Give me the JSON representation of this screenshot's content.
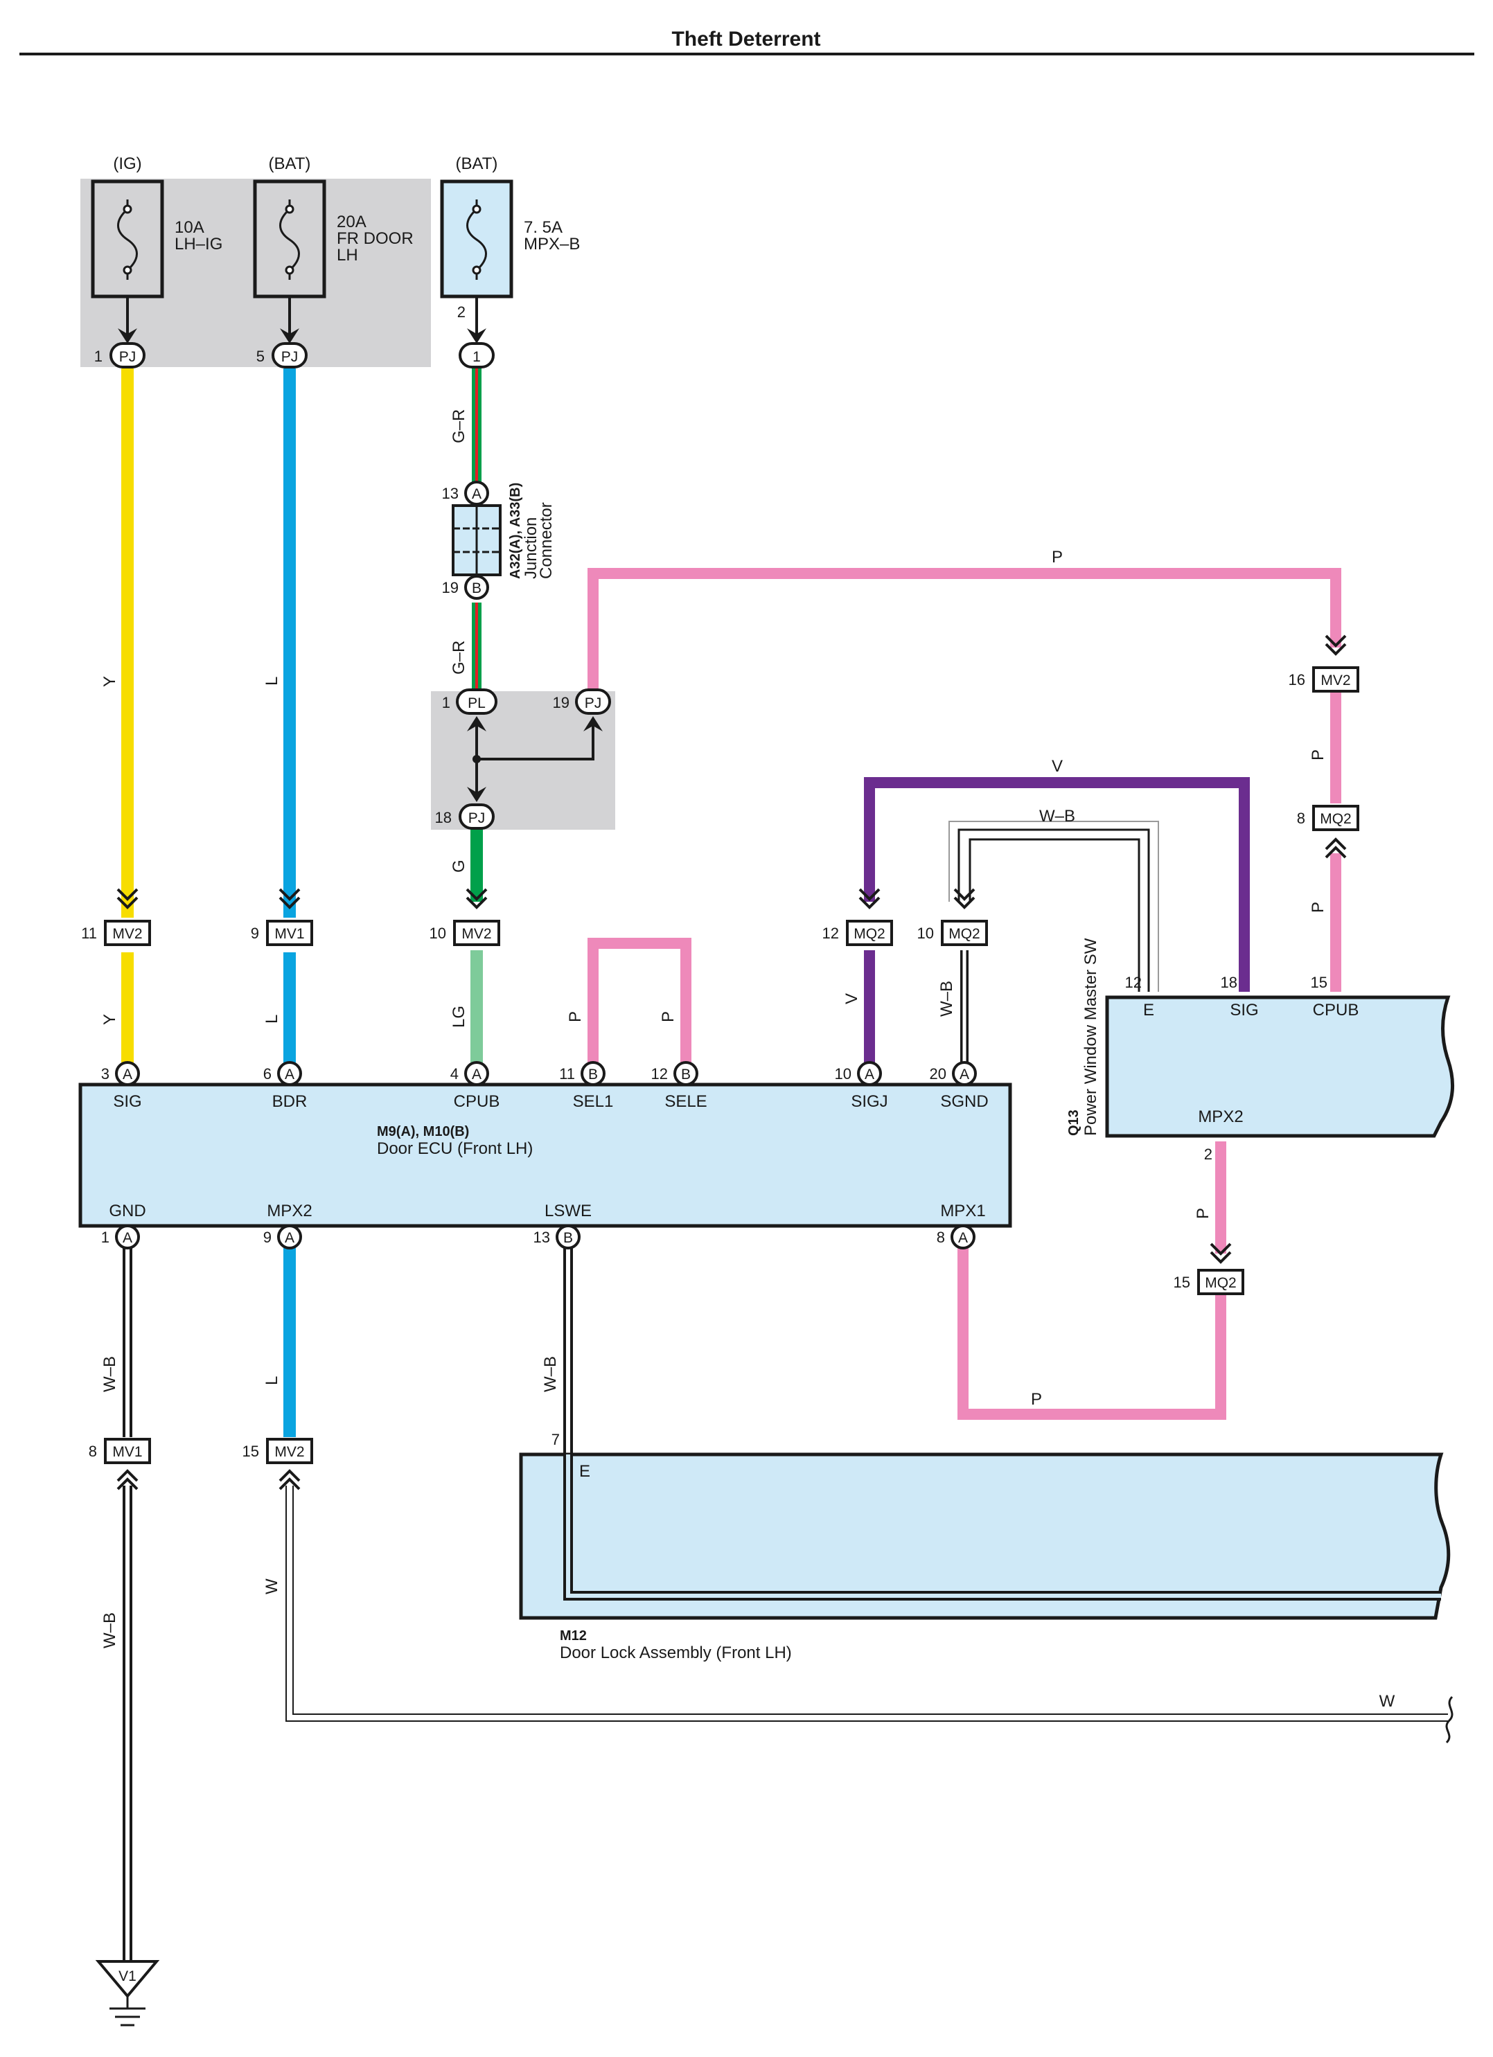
{
  "page": {
    "title": "Theft Deterrent"
  },
  "fuses": [
    {
      "source": "(IG)",
      "rating": "10A",
      "name": "LH–IG"
    },
    {
      "source": "(BAT)",
      "rating": "20A",
      "name": "FR DOOR",
      "name2": "LH"
    },
    {
      "source": "(BAT)",
      "rating": "7. 5A",
      "name": "MPX–B"
    }
  ],
  "junction": {
    "code": "A32(A), A33(B)",
    "line1": "Junction",
    "line2": "Connector"
  },
  "wire_colors": {
    "Y": "#f7dd00",
    "L": "#0aa4e0",
    "P": "#ee89ba",
    "V": "#6b2d8f",
    "G": "#00a04a",
    "LG": "#7ecb9a",
    "R": "#e31e24",
    "WB": "#1a1a1a",
    "W": "#ffffff"
  },
  "wire_labels": {
    "gr": "G–R",
    "y": "Y",
    "l": "L",
    "p": "P",
    "g": "G",
    "lg": "LG",
    "v": "V",
    "wb": "W–B",
    "w": "W"
  },
  "connectors": {
    "pj": "PJ",
    "pl": "PL",
    "mv1": "MV1",
    "mv2": "MV2",
    "mq2": "MQ2",
    "a": "A",
    "b": "B",
    "one": "1",
    "v1": "V1"
  },
  "pins": {
    "fuse_pj_1": "1",
    "fuse_pj_5": "5",
    "fuse3_out": "2",
    "jc_a": "13",
    "jc_b": "19",
    "pl_1": "1",
    "pj_19": "19",
    "pj_18": "18",
    "mv2_11": "11",
    "mv1_9": "9",
    "mv2_10": "10",
    "mq2_12": "12",
    "mq2_10": "10",
    "mv2_16": "16",
    "mq2_8": "8",
    "ecu_3": "3",
    "ecu_6": "6",
    "ecu_4": "4",
    "ecu_11": "11",
    "ecu_12": "12",
    "ecu_10": "10",
    "ecu_20": "20",
    "ecu_1": "1",
    "ecu_9": "9",
    "ecu_13": "13",
    "ecu_8": "8",
    "q13_12": "12",
    "q13_18": "18",
    "q13_15": "15",
    "q13_2": "2",
    "mq2_15": "15",
    "mv1_8": "8",
    "mv2_15": "15",
    "m12_7": "7"
  },
  "ecu": {
    "code": "M9(A), M10(B)",
    "name": "Door ECU (Front LH)",
    "top_terminals": [
      "SIG",
      "BDR",
      "CPUB",
      "SEL1",
      "SELE",
      "SIGJ",
      "SGND"
    ],
    "bottom_terminals": [
      "GND",
      "MPX2",
      "LSWE",
      "MPX1"
    ]
  },
  "q13": {
    "code": "Q13",
    "name": "Power Window Master SW",
    "terminals": [
      "E",
      "SIG",
      "CPUB",
      "MPX2"
    ]
  },
  "m12": {
    "code": "M12",
    "name": "Door Lock Assembly (Front LH)",
    "terminal": "E"
  }
}
